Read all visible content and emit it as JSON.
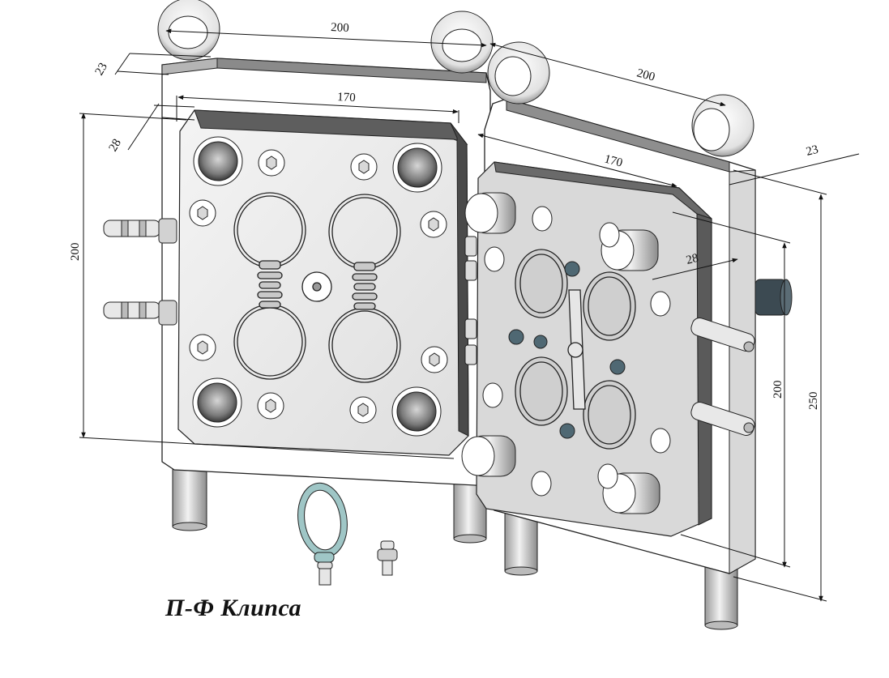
{
  "caption": "П-Ф Клипса",
  "dimensions": {
    "left_half": {
      "eye_bolt_spacing": "200",
      "offset": "23",
      "insert_width": "170",
      "insert_offset": "28",
      "height": "200"
    },
    "right_half": {
      "eye_bolt_spacing": "200",
      "offset": "23",
      "insert_width": "170",
      "insert_offset": "28",
      "insert_height": "200",
      "plate_height": "250"
    }
  },
  "colors": {
    "outline": "#222222",
    "plate_fill": "#ffffff",
    "insert_fill": "#ececec",
    "insert_shadow": "#6e6e6e",
    "part_accent": "#8fb9b9",
    "dark_pin": "#4d6570"
  }
}
